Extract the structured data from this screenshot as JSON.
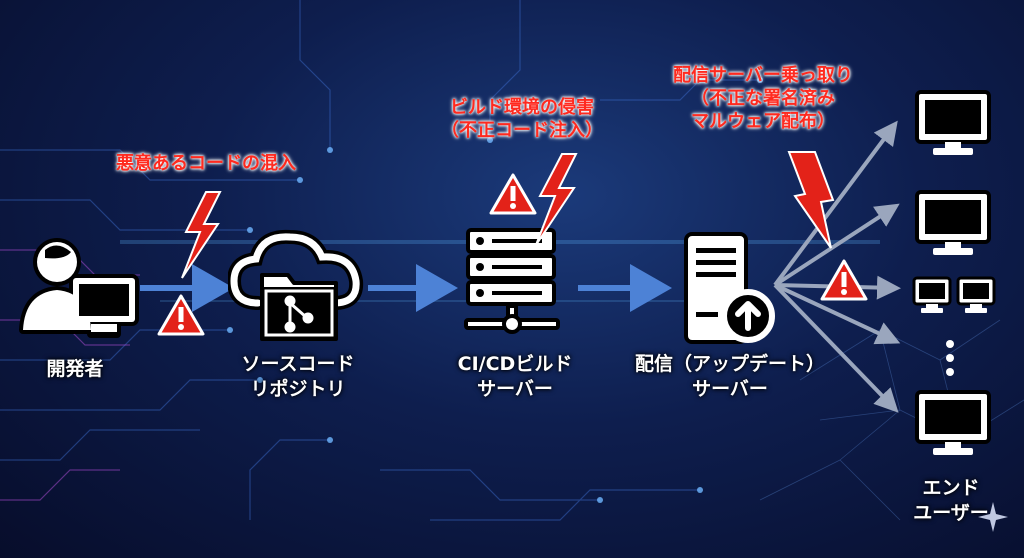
{
  "nodes": {
    "developer": "開発者",
    "repository": [
      "ソースコード",
      "リポジトリ"
    ],
    "ci_server": [
      "CI/CDビルド",
      "サーバー"
    ],
    "dist_server": [
      "配信（アップデート）",
      "サーバー"
    ],
    "end_user": [
      "エンド",
      "ユーザー"
    ]
  },
  "threats": {
    "malicious_code": "悪意あるコードの混入",
    "build_env": [
      "ビルド環境の侵害",
      "（不正コード注入）"
    ],
    "dist_hijack": [
      "配信サーバー乗っ取り",
      "（不正な署名済み",
      "マルウェア配布）"
    ]
  },
  "colors": {
    "threat_red": "#ff2a1f",
    "arrow_blue": "#4d82d6",
    "arrow_gray": "#9aa6bd",
    "background": "#0e1e4e"
  },
  "icons": [
    "developer-icon",
    "cloud-folder-git-icon",
    "server-rack-icon",
    "upload-server-icon",
    "monitor-icon",
    "warning-icon",
    "lightning-icon"
  ]
}
